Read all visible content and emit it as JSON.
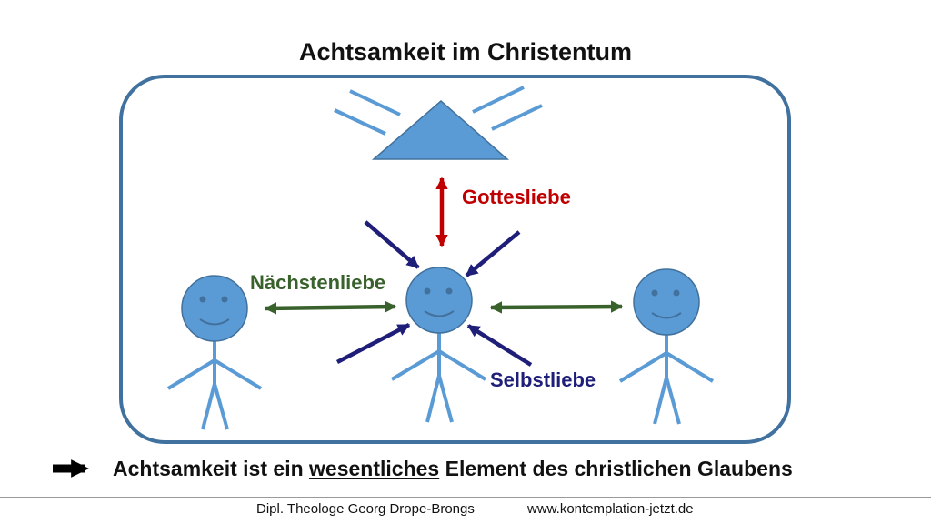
{
  "title": "Achtsamkeit im Christentum",
  "labels": {
    "gottesliebe": "Gottesliebe",
    "naechstenliebe": "Nächstenliebe",
    "selbstliebe": "Selbstliebe"
  },
  "conclusion": {
    "before": "Achtsamkeit ist ein ",
    "emphasis": "wesentliches",
    "after": " Element des christlichen Glaubens"
  },
  "footer": {
    "author": "Dipl. Theologe Georg Drope-Brongs",
    "website": "www.kontemplation-jetzt.de"
  },
  "colors": {
    "frame": "#41729f",
    "figure_fill": "#5b9bd5",
    "figure_stroke": "#41719c",
    "god_arrow": "#c00000",
    "neighbor_arrow": "#38612b",
    "self_arrow": "#1f1f7a"
  }
}
